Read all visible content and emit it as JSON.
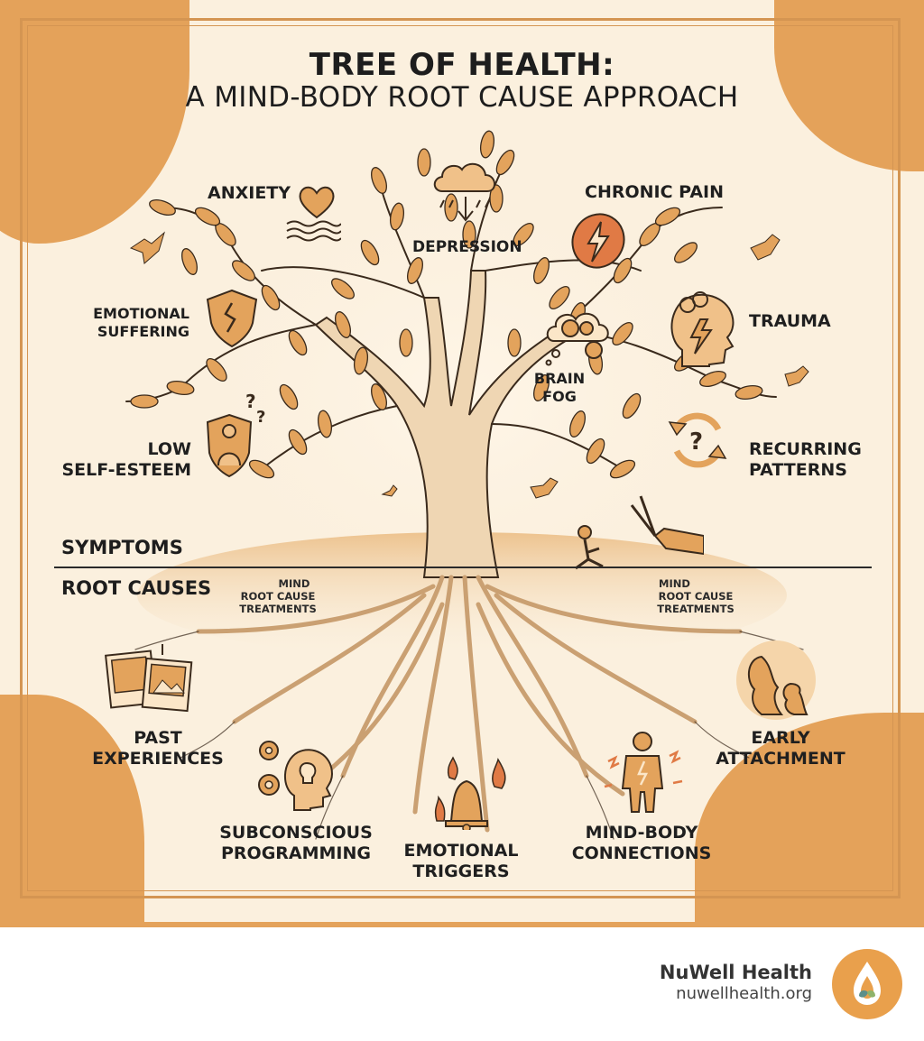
{
  "title": {
    "line1": "TREE OF HEALTH:",
    "line2": "A MIND-BODY ROOT CAUSE APPROACH"
  },
  "sections": {
    "symptoms": "SYMPTOMS",
    "root_causes": "ROOT CAUSES"
  },
  "symptoms": {
    "anxiety": "ANXIETY",
    "depression": "DEPRESSION",
    "chronic_pain": "CHRONIC PAIN",
    "emotional_suffering_1": "EMOTIONAL",
    "emotional_suffering_2": "SUFFERING",
    "trauma": "TRAUMA",
    "brain_fog_1": "BRAIN",
    "brain_fog_2": "FOG",
    "low_self_esteem_1": "LOW",
    "low_self_esteem_2": "SELF-ESTEEM",
    "recurring_patterns_1": "RECURRING",
    "recurring_patterns_2": "PATTERNS"
  },
  "treatments": {
    "left_1": "MIND",
    "left_2": "ROOT CAUSE",
    "left_3": "TREATMENTS",
    "right_1": "MIND",
    "right_2": "ROOT CAUSE",
    "right_3": "TREATMENTS"
  },
  "root_causes": {
    "past_experiences_1": "PAST",
    "past_experiences_2": "EXPERIENCES",
    "early_attachment_1": "EARLY",
    "early_attachment_2": "ATTACHMENT",
    "subconscious_programming_1": "SUBCONSCIOUS",
    "subconscious_programming_2": "PROGRAMMING",
    "emotional_triggers_1": "EMOTIONAL",
    "emotional_triggers_2": "TRIGGERS",
    "mind_body_connections_1": "MIND-BODY",
    "mind_body_connections_2": "CONNECTIONS"
  },
  "footer": {
    "brand": "NuWell Health",
    "url": "nuwellhealth.org"
  },
  "colors": {
    "background": "#fbf0de",
    "accent": "#e4a25a",
    "trunk": "#eed3ac",
    "outline": "#3a2a1c",
    "text": "#1d1d1d"
  },
  "icons": [
    "heart-icon",
    "waves-icon",
    "rain-cloud-icon",
    "lightning-muscle-icon",
    "broken-heart-shield-icon",
    "trauma-head-icon",
    "gears-cloud-icon",
    "shield-person-icon",
    "recycle-question-icon",
    "pruning-shears-icon",
    "photos-icon",
    "mother-child-icon",
    "head-gears-icon",
    "bell-flames-icon",
    "body-pain-icon",
    "bird-icon",
    "nuwell-logo-icon"
  ]
}
